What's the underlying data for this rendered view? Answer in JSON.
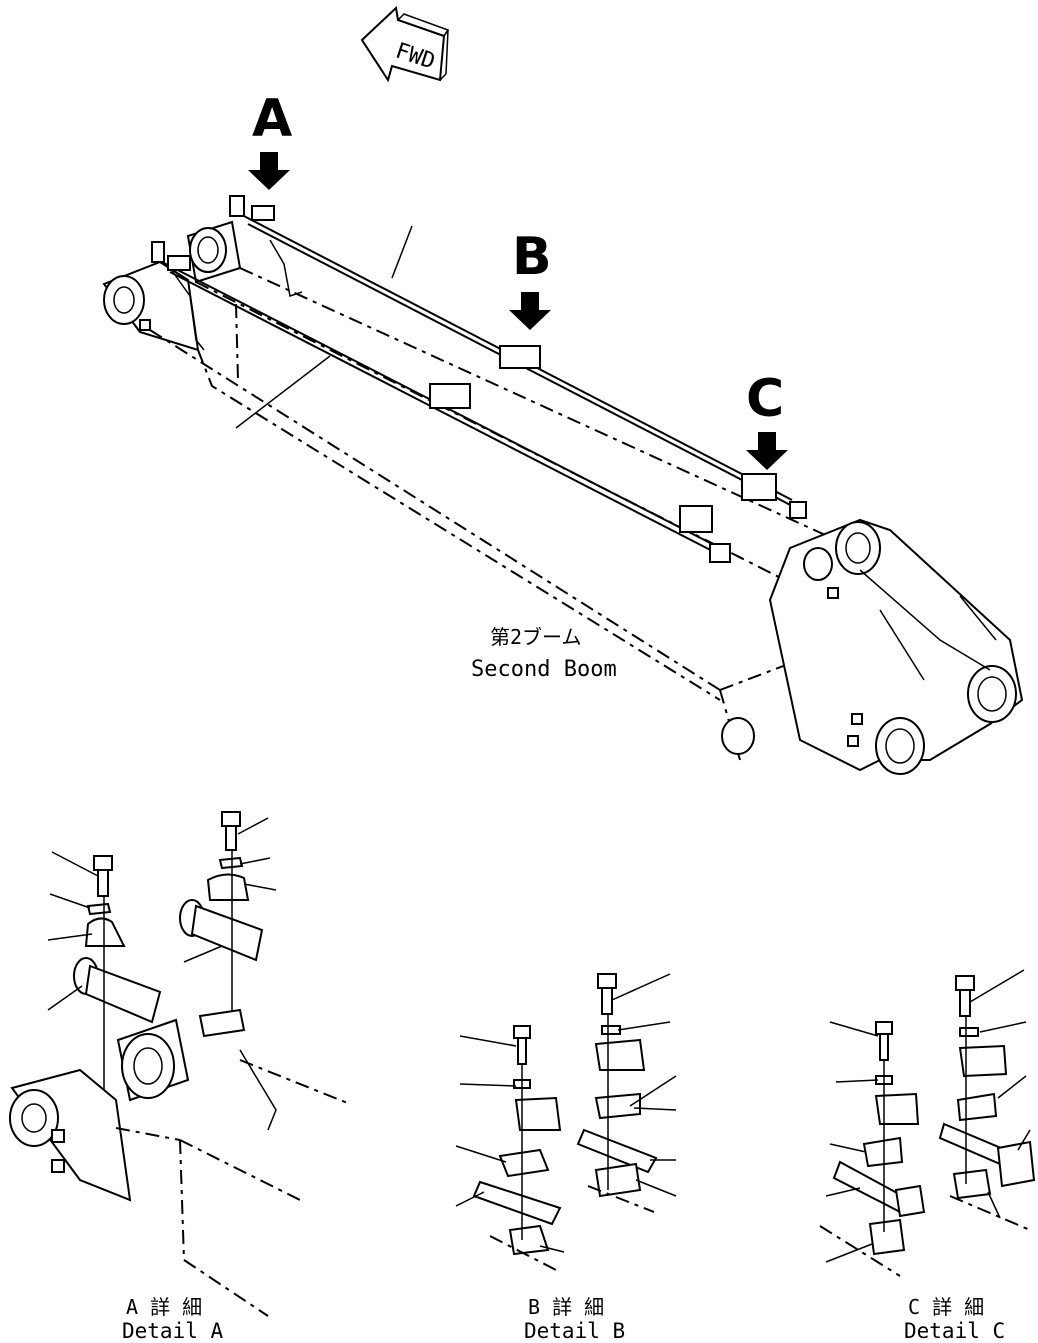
{
  "direction_marker": {
    "text": "FWD"
  },
  "callouts": {
    "a": "A",
    "b": "B",
    "c": "C"
  },
  "main_label": {
    "jp": "第2ブーム",
    "en": "Second Boom"
  },
  "details": [
    {
      "jp": "A 詳 細",
      "en": "Detail A"
    },
    {
      "jp": "B 詳 細",
      "en": "Detail B"
    },
    {
      "jp": "C 詳 細",
      "en": "Detail C"
    }
  ]
}
